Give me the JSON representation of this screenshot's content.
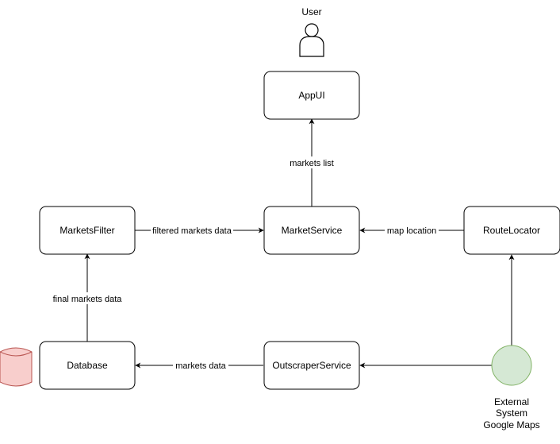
{
  "diagram": {
    "user": {
      "label": "User"
    },
    "nodes": {
      "appui": {
        "label": "AppUI"
      },
      "marketsfilter": {
        "label": "MarketsFilter"
      },
      "marketservice": {
        "label": "MarketService"
      },
      "routelocator": {
        "label": "RouteLocator"
      },
      "database": {
        "label": "Database"
      },
      "outscraperservice": {
        "label": "OutscraperService"
      }
    },
    "edges": {
      "markets_list": "markets list",
      "filtered_markets_data": "filtered markets data",
      "map_location": "map location",
      "final_markets_data": "final markets data",
      "markets_data": "markets data"
    },
    "external": {
      "line1": "External",
      "line2": "System",
      "line3": "Google Maps"
    },
    "colors": {
      "stroke": "#000000",
      "database_fill": "#f8cecc",
      "database_stroke": "#b85450",
      "external_fill": "#d5e8d4",
      "external_stroke": "#82b366"
    }
  }
}
